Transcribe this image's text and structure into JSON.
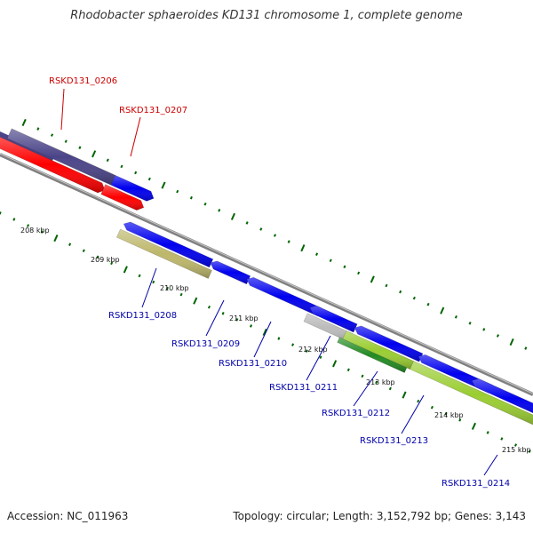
{
  "title": "Rhodobacter sphaeroides KD131 chromosome 1, complete genome",
  "footer": {
    "accession": "Accession: NC_011963",
    "topology": "Topology: circular; Length: 3,152,792 bp; Genes: 3,143"
  },
  "scale_labels": [
    "208 kbp",
    "209 kbp",
    "210 kbp",
    "211 kbp",
    "212 kbp",
    "213 kbp",
    "214 kbp",
    "215 kbp"
  ],
  "genes": [
    {
      "id": "RSKD131_0206",
      "strand": "forward",
      "label_color": "#cc0000"
    },
    {
      "id": "RSKD131_0207",
      "strand": "forward",
      "label_color": "#cc0000"
    },
    {
      "id": "RSKD131_0208",
      "strand": "reverse",
      "label_color": "#0000aa"
    },
    {
      "id": "RSKD131_0209",
      "strand": "reverse",
      "label_color": "#0000aa"
    },
    {
      "id": "RSKD131_0210",
      "strand": "reverse",
      "label_color": "#0000aa"
    },
    {
      "id": "RSKD131_0211",
      "strand": "reverse",
      "label_color": "#0000aa"
    },
    {
      "id": "RSKD131_0212",
      "strand": "reverse",
      "label_color": "#0000aa"
    },
    {
      "id": "RSKD131_0213",
      "strand": "reverse",
      "label_color": "#0000aa"
    },
    {
      "id": "RSKD131_0214",
      "strand": "reverse",
      "label_color": "#0000aa"
    }
  ],
  "colors": {
    "cds": "#0000ee",
    "forward_feature": "#ff0000",
    "dark_feature": "#4b4488",
    "tan_feature": "#bdb76b",
    "gray_feature": "#bbbbbb",
    "green_feature": "#228b22",
    "lime_feature": "#9acd32",
    "backbone": "#808080",
    "tick": "#006400"
  }
}
